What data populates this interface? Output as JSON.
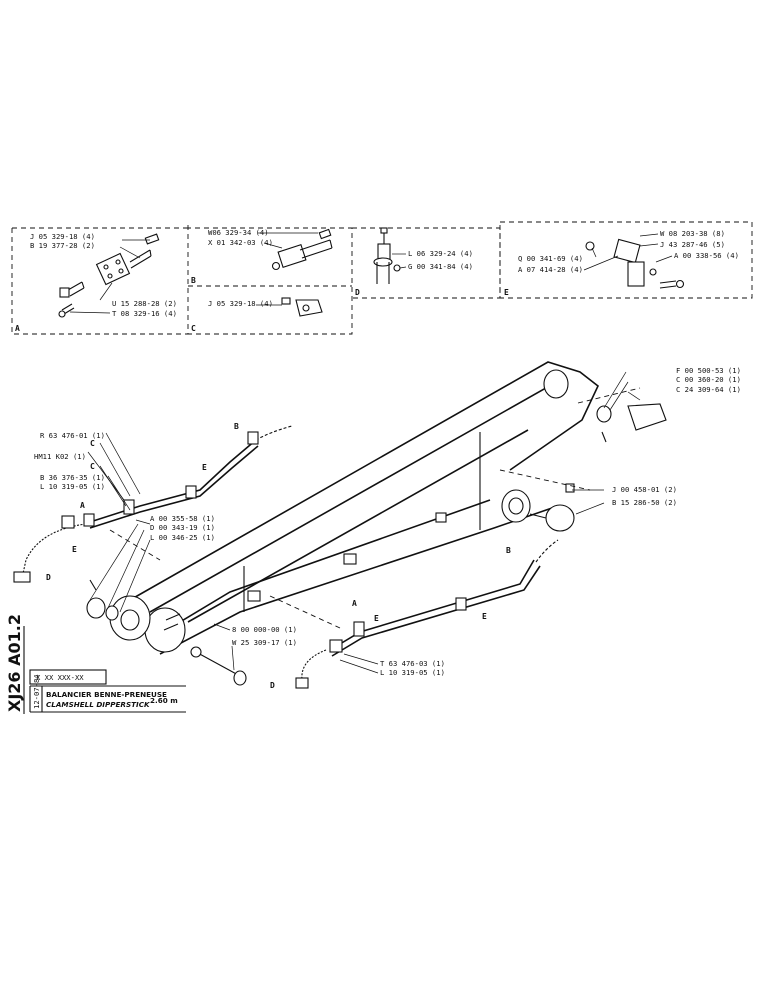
{
  "detail_boxes": {
    "A": {
      "letter": "A",
      "parts": [
        "J 05 329-18 (4)",
        "B 19 377-28 (2)",
        "U 15 288-28 (2)",
        "T 08 329-16 (4)"
      ]
    },
    "B": {
      "letter": "B",
      "parts": [
        "W06 329-34 (4)",
        "X 01 342-03 (4)"
      ]
    },
    "C": {
      "letter": "C",
      "parts": [
        "J 05 329-18 (4)"
      ]
    },
    "D": {
      "letter": "D",
      "parts": [
        "L 06 329-24 (4)",
        "G 00 341-84 (4)"
      ]
    },
    "E": {
      "letter": "E",
      "parts": [
        "W 08 203-38 (8)",
        "J 43 287-46 (5)",
        "Q 00 341-69 (4)",
        "A 00 338-56 (4)",
        "A 07 414-28 (4)"
      ]
    }
  },
  "main_labels": {
    "left": [
      "R 63 476-01 (1)",
      "HM11 K02 (1)",
      "B 36 376-35 (1)",
      "L 10 319-05 (1)"
    ],
    "left_mid": [
      "A 00 355-58 (1)",
      "D 00 343-19 (1)",
      "L 00 346-25 (1)"
    ],
    "right": [
      "F 00 500-53 (1)",
      "C 00 360-20 (1)",
      "C 24 309-64 (1)",
      "J 00 458-01 (2)",
      "B 15 286-50 (2)"
    ],
    "bottom": [
      "8 00 000-00 (1)",
      "W 25 309-17 (1)",
      "T 63 476-03 (1)",
      "L 10 319-05 (1)"
    ]
  },
  "callouts": {
    "A": "A",
    "B": "B",
    "C": "C",
    "D": "D",
    "E": "E"
  },
  "title_block": {
    "code_box": "X XX XXX-XX",
    "date": "12-07-84",
    "title_fr": "BALANCIER BENNE-PRENEUSE",
    "title_en": "CLAMSHELL DIPPERSTICK",
    "length": "2.60 m",
    "side_code": "XJ26 A01.2"
  }
}
